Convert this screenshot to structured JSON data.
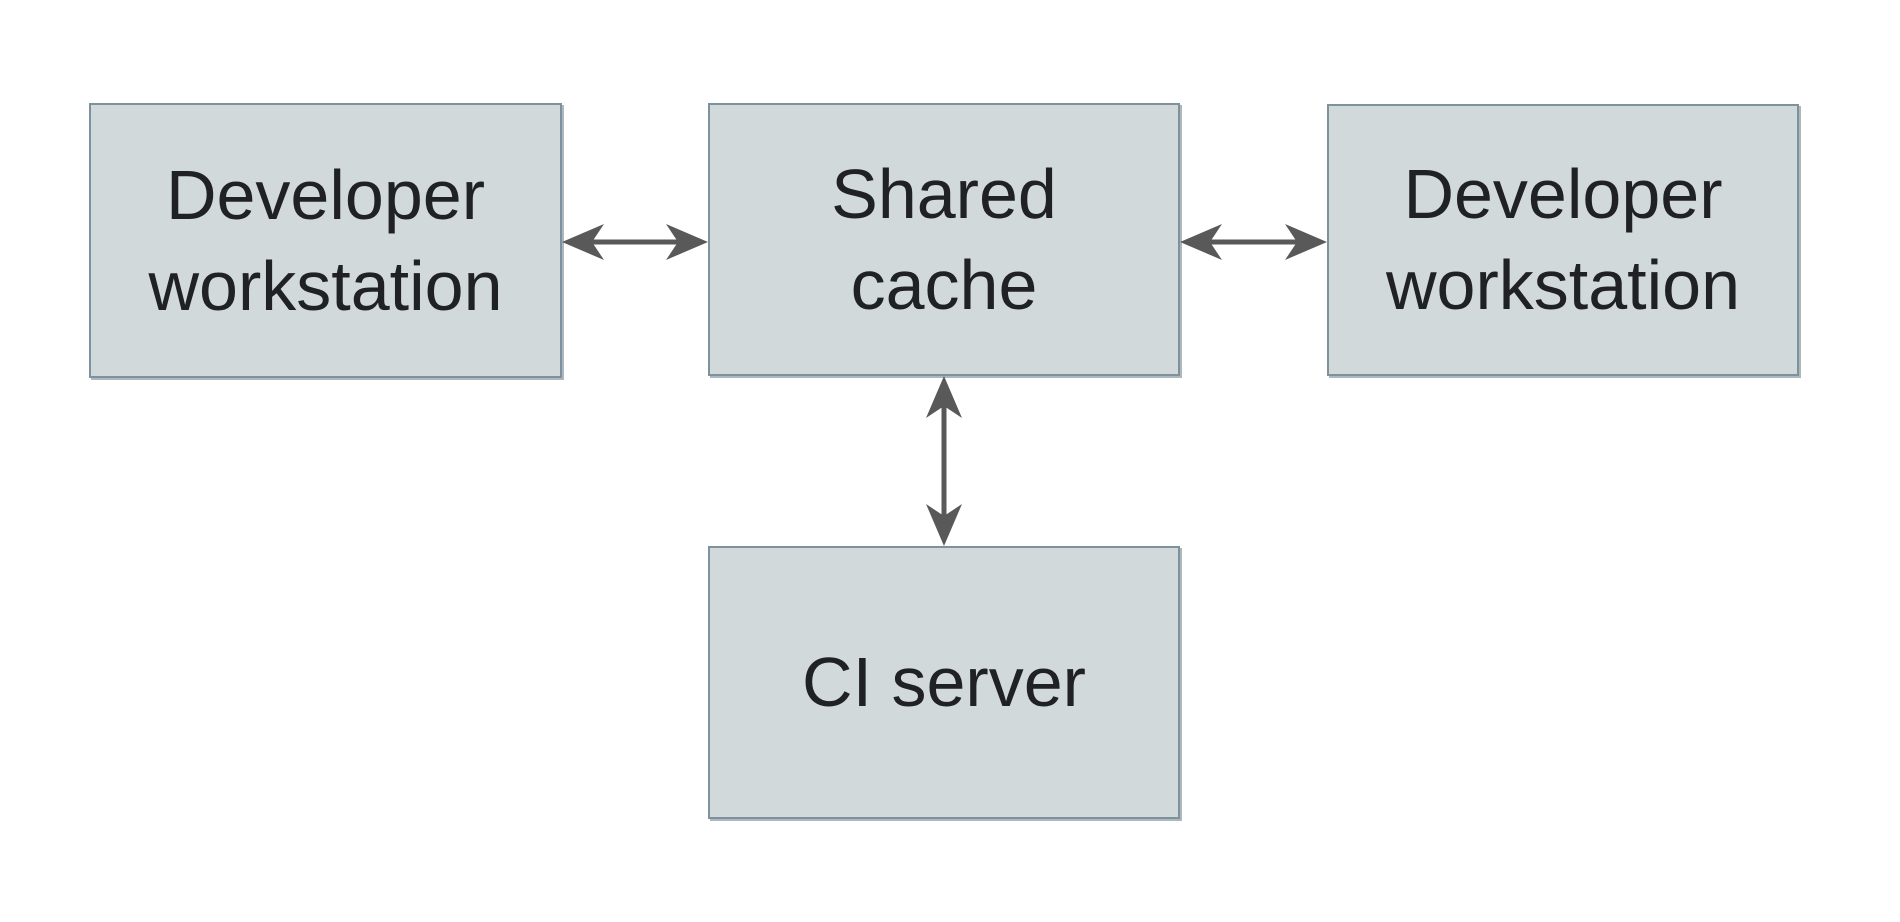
{
  "diagram": {
    "colors": {
      "background": "#ffffff",
      "box_fill": "#d2d9db",
      "box_border": "#7d929c",
      "arrow_color": "#595959",
      "text_color": "#202124"
    },
    "nodes": [
      {
        "id": "developer-workstation-left",
        "label": "Developer\nworkstation"
      },
      {
        "id": "shared-cache",
        "label": "Shared\ncache"
      },
      {
        "id": "developer-workstation-right",
        "label": "Developer\nworkstation"
      },
      {
        "id": "ci-server",
        "label": "CI server"
      }
    ],
    "edges": [
      {
        "from": "developer-workstation-left",
        "to": "shared-cache",
        "direction": "bidirectional"
      },
      {
        "from": "shared-cache",
        "to": "developer-workstation-right",
        "direction": "bidirectional"
      },
      {
        "from": "shared-cache",
        "to": "ci-server",
        "direction": "bidirectional"
      }
    ]
  }
}
